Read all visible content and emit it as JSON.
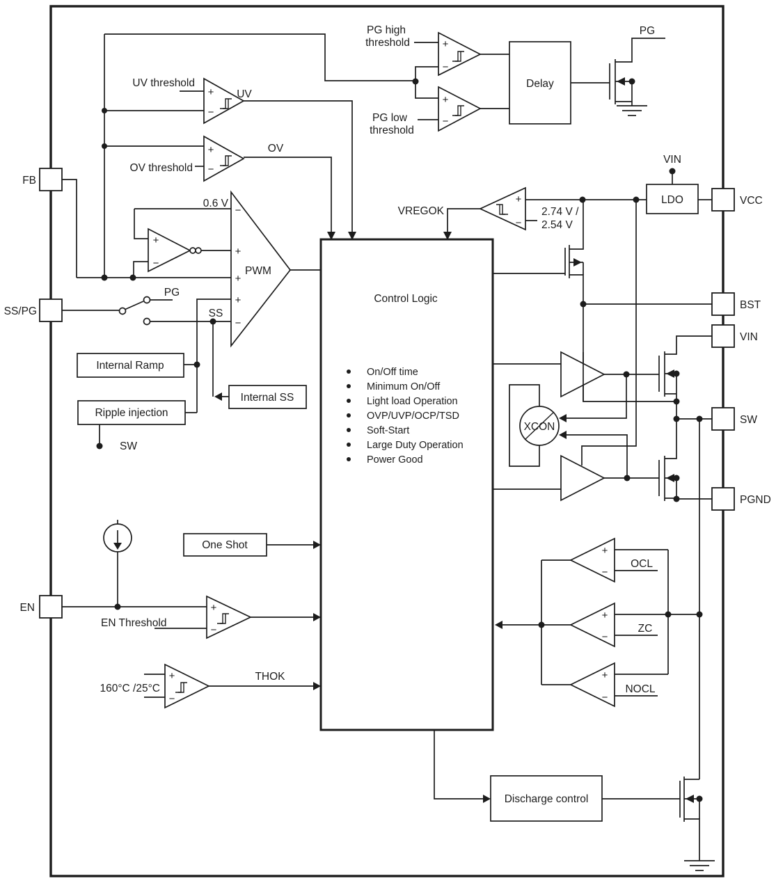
{
  "pins": {
    "left": [
      {
        "label": "FB"
      },
      {
        "label": "SS/PG"
      },
      {
        "label": "EN"
      }
    ],
    "right": [
      {
        "label": "VCC"
      },
      {
        "label": "BST"
      },
      {
        "label": "VIN"
      },
      {
        "label": "SW"
      },
      {
        "label": "PGND"
      }
    ]
  },
  "power": {
    "vin_top": "VIN",
    "ldo": "LDO",
    "pg_output": "PG"
  },
  "comparators": {
    "uv": {
      "label": "UV",
      "threshold": "UV threshold"
    },
    "ov": {
      "label": "OV",
      "threshold": "OV threshold"
    },
    "pg_high": {
      "threshold_line1": "PG high",
      "threshold_line2": "threshold"
    },
    "pg_low": {
      "threshold_line1": "PG low",
      "threshold_line2": "threshold"
    },
    "vregok": {
      "label": "VREGOK",
      "threshold_line1": "2.74 V /",
      "threshold_line2": "2.54 V"
    },
    "en": {
      "threshold": "EN Threshold"
    },
    "thermal": {
      "threshold": "160°C /25°C",
      "output": "THOK"
    },
    "ocl": {
      "label": "OCL"
    },
    "zc": {
      "label": "ZC"
    },
    "nocl": {
      "label": "NOCL"
    }
  },
  "pwm": {
    "label": "PWM",
    "reference": "0.6 V",
    "ss_label": "SS",
    "pg_label": "PG"
  },
  "blocks": {
    "delay": "Delay",
    "internal_ramp": "Internal Ramp",
    "internal_ss": "Internal SS",
    "ripple_injection": "Ripple injection",
    "ripple_source": "SW",
    "one_shot": "One Shot",
    "xcon": "XCON",
    "discharge": "Discharge control"
  },
  "control_logic": {
    "title": "Control Logic",
    "items": [
      "On/Off time",
      "Minimum On/Off",
      "Light load Operation",
      "OVP/UVP/OCP/TSD",
      "Soft-Start",
      "Large Duty Operation",
      "Power Good"
    ]
  },
  "symbols": {
    "plus": "+",
    "minus": "−"
  },
  "colors": {
    "line": "#1c1c1c",
    "background": "#ffffff"
  }
}
